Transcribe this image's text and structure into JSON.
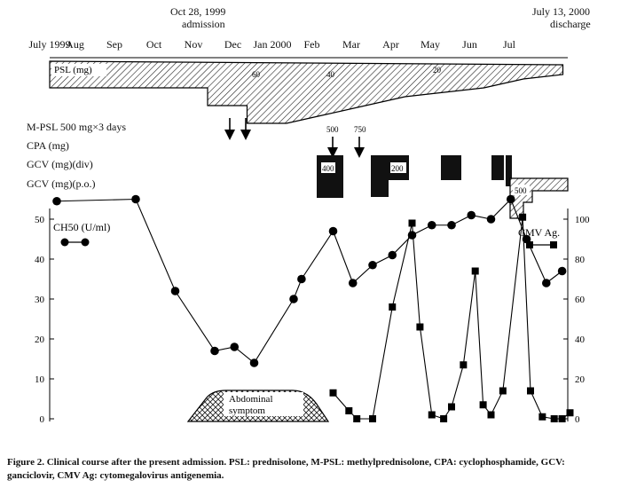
{
  "header": {
    "admission_date": "Oct 28, 1999",
    "admission_label": "admission",
    "discharge_date": "July 13, 2000",
    "discharge_label": "discharge"
  },
  "months": [
    "July 1999",
    "Aug",
    "Sep",
    "Oct",
    "Nov",
    "Dec",
    "Jan 2000",
    "Feb",
    "Mar",
    "Apr",
    "May",
    "Jun",
    "Jul"
  ],
  "treatments": {
    "psl_label": "PSL (mg)",
    "psl_doses": [
      "60",
      "40",
      "20"
    ],
    "mpsl_label": "M-PSL 500 mg×3 days",
    "cpa_label": "CPA (mg)",
    "cpa_doses": [
      "500",
      "750"
    ],
    "gcv_div_label": "GCV (mg)(div)",
    "gcv_div_dose": [
      "400",
      "200"
    ],
    "gcv_po_label": "GCV (mg)(p.o.)",
    "gcv_po_dose": "500"
  },
  "legend": {
    "ch50": "CH50 (U/ml)",
    "cmv": "CMV Ag."
  },
  "annotation": {
    "abdominal_1": "Abdominal",
    "abdominal_2": "symptom"
  },
  "caption": "Figure 2.  Clinical course after the present admission. PSL: prednisolone, M-PSL: methylprednisolone, CPA: cyclophosphamide, GCV: ganciclovir, CMV Ag: cytomegalovirus antigenemia.",
  "chart_data": {
    "type": "line",
    "x_unit": "month",
    "x_categories": [
      "July 1999",
      "Aug",
      "Sep",
      "Oct",
      "Nov",
      "Dec",
      "Jan 2000",
      "Feb",
      "Mar",
      "Apr",
      "May",
      "Jun",
      "Jul"
    ],
    "left_axis": {
      "ticks": [
        0,
        10,
        20,
        30,
        40,
        50
      ],
      "ylim": [
        0,
        55
      ]
    },
    "right_axis": {
      "ticks": [
        0,
        20,
        40,
        60,
        80,
        100
      ],
      "ylim": [
        0,
        110
      ]
    },
    "series": [
      {
        "name": "CH50 (U/ml)",
        "axis": "left",
        "marker": "circle",
        "points": [
          {
            "x": 0.0,
            "y": 54.5
          },
          {
            "x": 2.0,
            "y": 55.0
          },
          {
            "x": 3.0,
            "y": 32.0
          },
          {
            "x": 4.0,
            "y": 17.0
          },
          {
            "x": 4.5,
            "y": 18.0
          },
          {
            "x": 5.0,
            "y": 14.0
          },
          {
            "x": 6.0,
            "y": 30.0
          },
          {
            "x": 6.2,
            "y": 35.0
          },
          {
            "x": 7.0,
            "y": 47.0
          },
          {
            "x": 7.5,
            "y": 34.0
          },
          {
            "x": 8.0,
            "y": 38.5
          },
          {
            "x": 8.5,
            "y": 41.0
          },
          {
            "x": 9.0,
            "y": 46.0
          },
          {
            "x": 9.5,
            "y": 48.5
          },
          {
            "x": 10.0,
            "y": 48.5
          },
          {
            "x": 10.5,
            "y": 51.0
          },
          {
            "x": 11.0,
            "y": 50.0
          },
          {
            "x": 11.5,
            "y": 55.0
          },
          {
            "x": 11.9,
            "y": 45.0
          },
          {
            "x": 12.4,
            "y": 34.0
          },
          {
            "x": 12.8,
            "y": 37.0
          }
        ]
      },
      {
        "name": "CMV Ag.",
        "axis": "right",
        "marker": "square",
        "points": [
          {
            "x": 7.0,
            "y": 13
          },
          {
            "x": 7.4,
            "y": 4
          },
          {
            "x": 7.6,
            "y": 0
          },
          {
            "x": 8.0,
            "y": 0
          },
          {
            "x": 8.5,
            "y": 56
          },
          {
            "x": 9.0,
            "y": 98
          },
          {
            "x": 9.2,
            "y": 46
          },
          {
            "x": 9.5,
            "y": 2
          },
          {
            "x": 9.8,
            "y": 0
          },
          {
            "x": 10.0,
            "y": 6
          },
          {
            "x": 10.3,
            "y": 27
          },
          {
            "x": 10.6,
            "y": 74
          },
          {
            "x": 10.8,
            "y": 7
          },
          {
            "x": 11.0,
            "y": 2
          },
          {
            "x": 11.3,
            "y": 14
          },
          {
            "x": 11.8,
            "y": 101
          },
          {
            "x": 12.0,
            "y": 14
          },
          {
            "x": 12.3,
            "y": 1
          },
          {
            "x": 12.6,
            "y": 0
          },
          {
            "x": 12.8,
            "y": 0
          },
          {
            "x": 13.0,
            "y": 3
          }
        ]
      }
    ],
    "psl_dose_mg": [
      {
        "x": 0.0,
        "y": 20
      },
      {
        "x": 4.0,
        "y": 20
      },
      {
        "x": 4.0,
        "y": 40
      },
      {
        "x": 5.0,
        "y": 40
      },
      {
        "x": 5.0,
        "y": 60
      },
      {
        "x": 6.0,
        "y": 60
      },
      {
        "x": 7.0,
        "y": 50
      },
      {
        "x": 8.0,
        "y": 40
      },
      {
        "x": 9.0,
        "y": 30
      },
      {
        "x": 10.0,
        "y": 25
      },
      {
        "x": 11.0,
        "y": 20
      },
      {
        "x": 12.0,
        "y": 10
      },
      {
        "x": 13.0,
        "y": 5
      },
      {
        "x": 13.0,
        "y": 0
      }
    ],
    "mpsl_pulses_month": [
      4.5,
      5.0
    ],
    "cpa_doses_mg": [
      {
        "x": 7.0,
        "y": 500
      },
      {
        "x": 7.7,
        "y": 750
      }
    ],
    "gcv_div_blocks": [
      {
        "start": 7.0,
        "end": 8.0,
        "dose_mg": 400
      },
      {
        "start": 8.5,
        "end": 9.5,
        "dose_mg": 200
      },
      {
        "start": 10.0,
        "end": 10.5,
        "dose_mg": null
      },
      {
        "start": 11.0,
        "end": 11.5,
        "dose_mg": null
      }
    ],
    "gcv_po_block": {
      "start": 12.0,
      "end": 13.5,
      "dose_mg": 500
    },
    "abdominal_symptom_period": {
      "start": 3.5,
      "end": 7.0
    }
  }
}
